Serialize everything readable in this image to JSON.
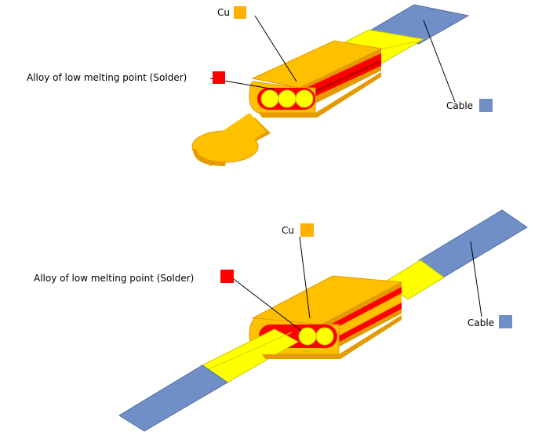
{
  "diagram": {
    "top": {
      "labels": {
        "cu": "Cu",
        "solder": "Alloy of low melting point (Solder)",
        "cable": "Cable"
      }
    },
    "bottom": {
      "labels": {
        "cu": "Cu",
        "solder": "Alloy of low melting point (Solder)",
        "cable": "Cable"
      }
    }
  },
  "legend": {
    "cu": {
      "color": "#ffb000"
    },
    "solder": {
      "color": "#ff0000"
    },
    "cable": {
      "color": "#6f8fc6"
    }
  },
  "palette": {
    "cu_light": "#ffc000",
    "cu_dark": "#e49a00",
    "solder": "#ff0000",
    "solder_dark": "#c80000",
    "wire": "#ffff00",
    "wire_edge": "#c8c800",
    "cable": "#6f8fc6",
    "cable_dark": "#4f6fa6"
  }
}
